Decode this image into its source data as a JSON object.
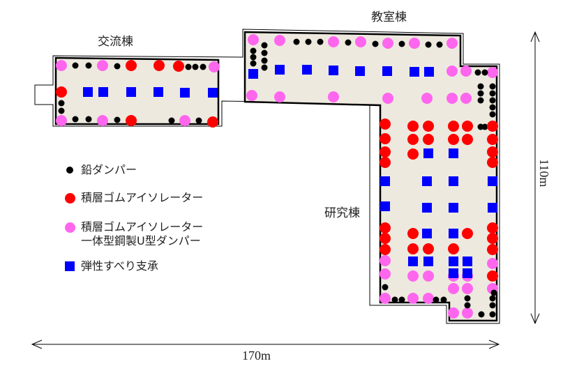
{
  "buildings": {
    "koryu": "交流棟",
    "kyoshitsu": "教室棟",
    "kenkyu": "研究棟"
  },
  "dimensions": {
    "width": "170m",
    "depth": "110m"
  },
  "legend": {
    "lead_damper": "鉛ダンパー",
    "rubber_isolator": "積層ゴムアイソレーター",
    "rubber_isolator_u": "積層ゴムアイソレーター\n一体型鋼製U型ダンパー",
    "elastic_slide": "弾性すべり支承"
  },
  "colors": {
    "floor": "#ede9df",
    "lead_damper": "#000000",
    "rubber_isolator": "#ff0000",
    "rubber_isolator_u": "#ff66ee",
    "elastic_slide": "#0000ff"
  }
}
